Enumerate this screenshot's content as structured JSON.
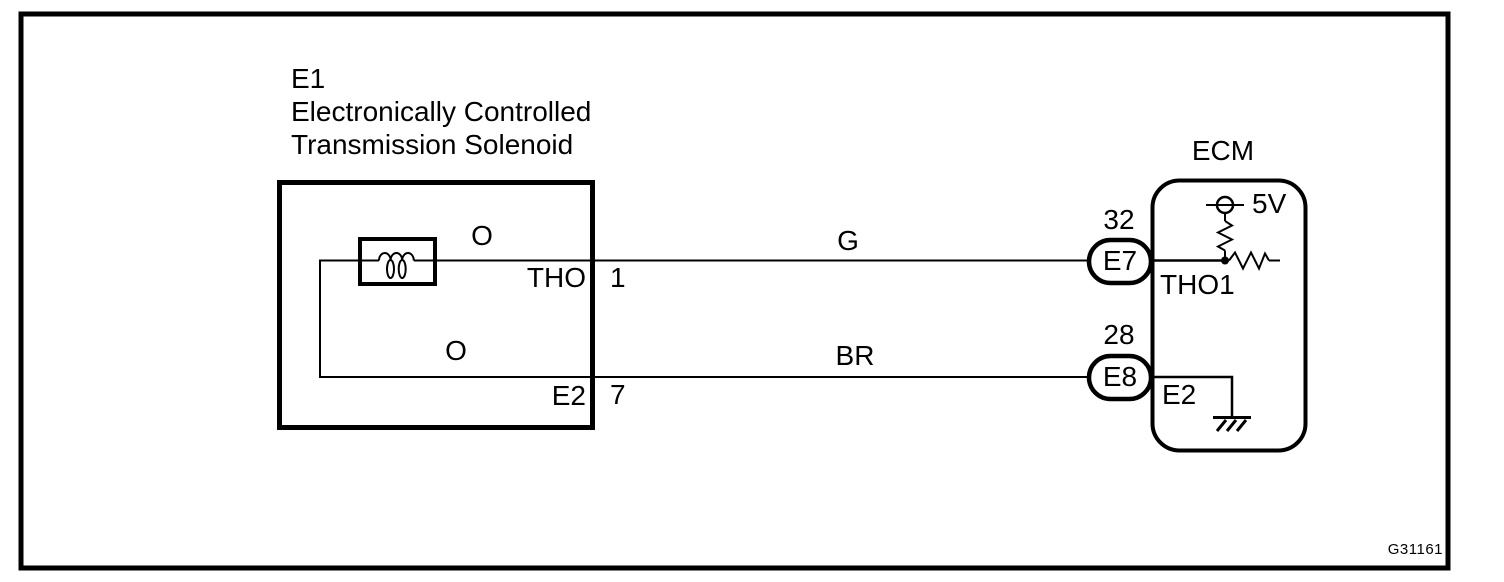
{
  "diagram": {
    "figure_code": "G31161",
    "solenoid": {
      "connector_code": "E1",
      "name_line1": "Electronically Controlled",
      "name_line2": "Transmission Solenoid",
      "top_terminal": "THO",
      "top_pin": "1",
      "top_internal_wire_color": "O",
      "bottom_terminal": "E2",
      "bottom_pin": "7",
      "bottom_internal_wire_color": "O"
    },
    "harness": {
      "top_wire_color": "G",
      "bottom_wire_color": "BR"
    },
    "ecm": {
      "title": "ECM",
      "supply_voltage": "5V",
      "top_pin": "32",
      "top_connector": "E7",
      "top_terminal": "THO1",
      "bottom_pin": "28",
      "bottom_connector": "E8",
      "bottom_terminal": "E2"
    },
    "colors": {
      "ink": "#000000",
      "paper": "#ffffff"
    }
  }
}
